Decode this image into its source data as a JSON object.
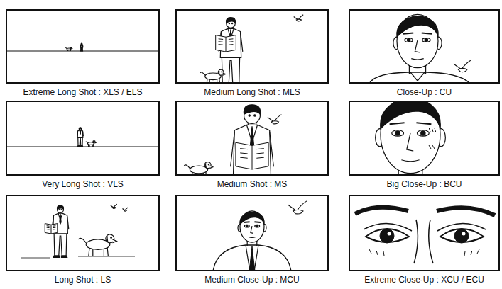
{
  "diagram": {
    "nodes": [
      {
        "text": [
          "Extreme Long Shot : XLS / ELS"
        ]
      },
      {
        "text": [
          "Medium Long Shot : MLS"
        ]
      },
      {
        "text": [
          "Close-Up : CU"
        ]
      },
      {
        "text": [
          "Very Long Shot : VLS"
        ]
      },
      {
        "text": [
          "Medium Shot : MS"
        ]
      },
      {
        "text": [
          "Big Close-Up : BCU"
        ]
      },
      {
        "text": [
          "Long Shot : LS"
        ]
      },
      {
        "text": [
          "Medium Close-Up : MCU"
        ]
      },
      {
        "text": [
          "Extreme Close-Up : XCU / ECU"
        ]
      }
    ]
  }
}
